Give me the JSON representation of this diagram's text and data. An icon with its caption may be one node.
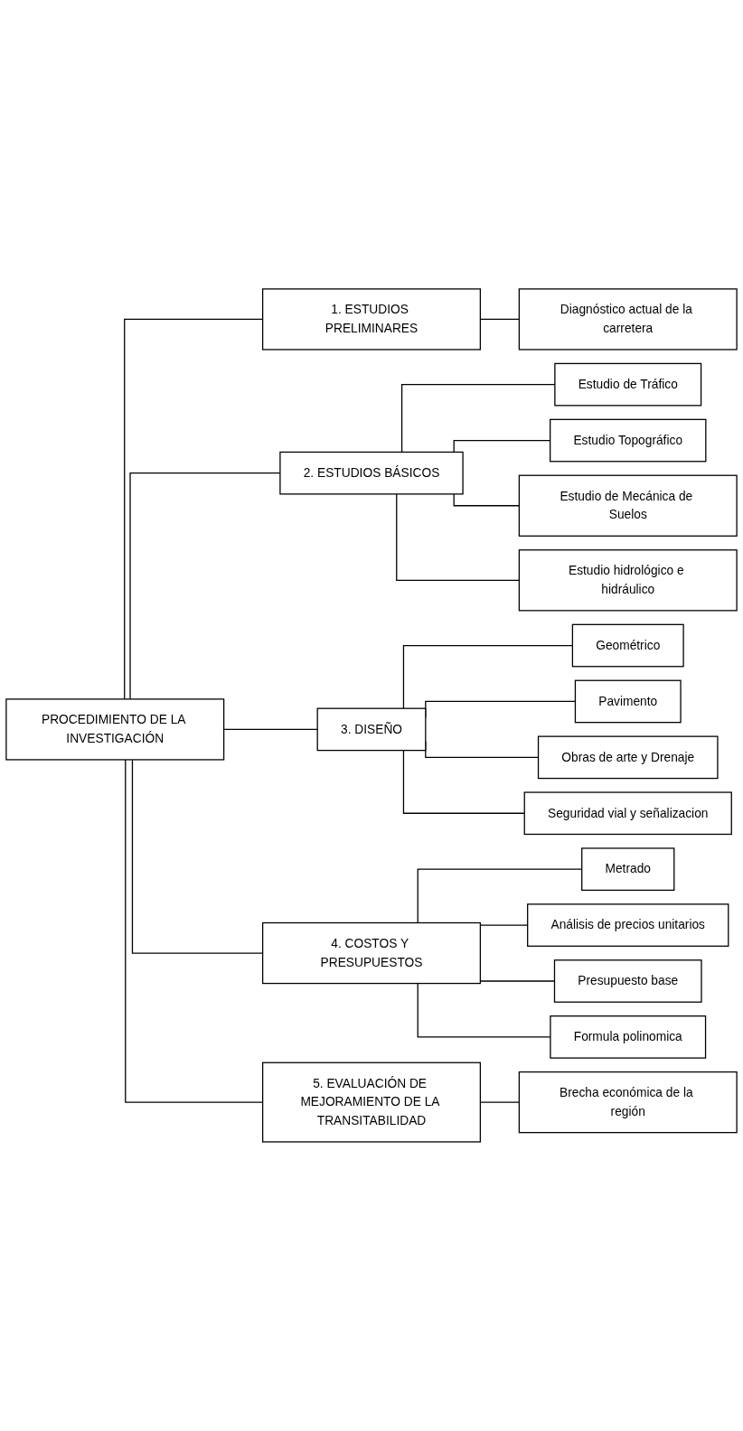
{
  "diagram": {
    "nodes": [
      {
        "text": [
          "PROCEDIMIENTO DE LA INVESTIGACIÓN"
        ]
      },
      {
        "text": [
          "1. ESTUDIOS PRELIMINARES"
        ]
      },
      {
        "text": [
          "Diagnóstico actual de la carretera"
        ]
      },
      {
        "text": [
          "2. ESTUDIOS BÁSICOS"
        ]
      },
      {
        "text": [
          "Estudio de Tráfico"
        ]
      },
      {
        "text": [
          "Estudio Topográfico"
        ]
      },
      {
        "text": [
          "Estudio de Mecánica de Suelos"
        ]
      },
      {
        "text": [
          "Estudio hidrológico e hidráulico"
        ]
      },
      {
        "text": [
          "3. DISEÑO"
        ]
      },
      {
        "text": [
          "Geométrico"
        ]
      },
      {
        "text": [
          "Pavimento"
        ]
      },
      {
        "text": [
          "Obras de arte y Drenaje"
        ]
      },
      {
        "text": [
          "Seguridad vial y señalizacion"
        ]
      },
      {
        "text": [
          "4. COSTOS Y PRESUPUESTOS"
        ]
      },
      {
        "text": [
          "Metrado"
        ]
      },
      {
        "text": [
          "Análisis de precios unitarios"
        ]
      },
      {
        "text": [
          "Presupuesto base"
        ]
      },
      {
        "text": [
          "Formula polinomica"
        ]
      },
      {
        "text": [
          "5. EVALUACIÓN DE MEJORAMIENTO DE LA TRANSITABILIDAD"
        ]
      },
      {
        "text": [
          "Brecha económica de la región"
        ]
      }
    ],
    "edges": [
      {
        "from": 0,
        "to": 1,
        "arrow": "none"
      },
      {
        "from": 0,
        "to": 3,
        "arrow": "none"
      },
      {
        "from": 0,
        "to": 8,
        "arrow": "none"
      },
      {
        "from": 0,
        "to": 13,
        "arrow": "none"
      },
      {
        "from": 0,
        "to": 18,
        "arrow": "none"
      },
      {
        "from": 1,
        "to": 2,
        "arrow": "none"
      },
      {
        "from": 3,
        "to": 4,
        "arrow": "none"
      },
      {
        "from": 3,
        "to": 5,
        "arrow": "none"
      },
      {
        "from": 3,
        "to": 6,
        "arrow": "none"
      },
      {
        "from": 3,
        "to": 7,
        "arrow": "none"
      },
      {
        "from": 8,
        "to": 9,
        "arrow": "none"
      },
      {
        "from": 8,
        "to": 10,
        "arrow": "none"
      },
      {
        "from": 8,
        "to": 11,
        "arrow": "none"
      },
      {
        "from": 8,
        "to": 12,
        "arrow": "none"
      },
      {
        "from": 13,
        "to": 14,
        "arrow": "none"
      },
      {
        "from": 13,
        "to": 15,
        "arrow": "none"
      },
      {
        "from": 13,
        "to": 16,
        "arrow": "none"
      },
      {
        "from": 13,
        "to": 17,
        "arrow": "none"
      },
      {
        "from": 18,
        "to": 19,
        "arrow": "none"
      }
    ]
  }
}
